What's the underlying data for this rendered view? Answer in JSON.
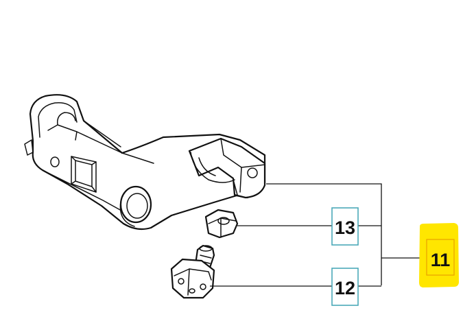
{
  "callouts": {
    "part_13": {
      "label": "13",
      "box_color": "#4aa8b8"
    },
    "part_12": {
      "label": "12",
      "box_color": "#4aa8b8"
    },
    "assembly_11": {
      "label": "11",
      "highlight_color": "#ffe600",
      "inner_box_color": "#e8a000"
    }
  }
}
